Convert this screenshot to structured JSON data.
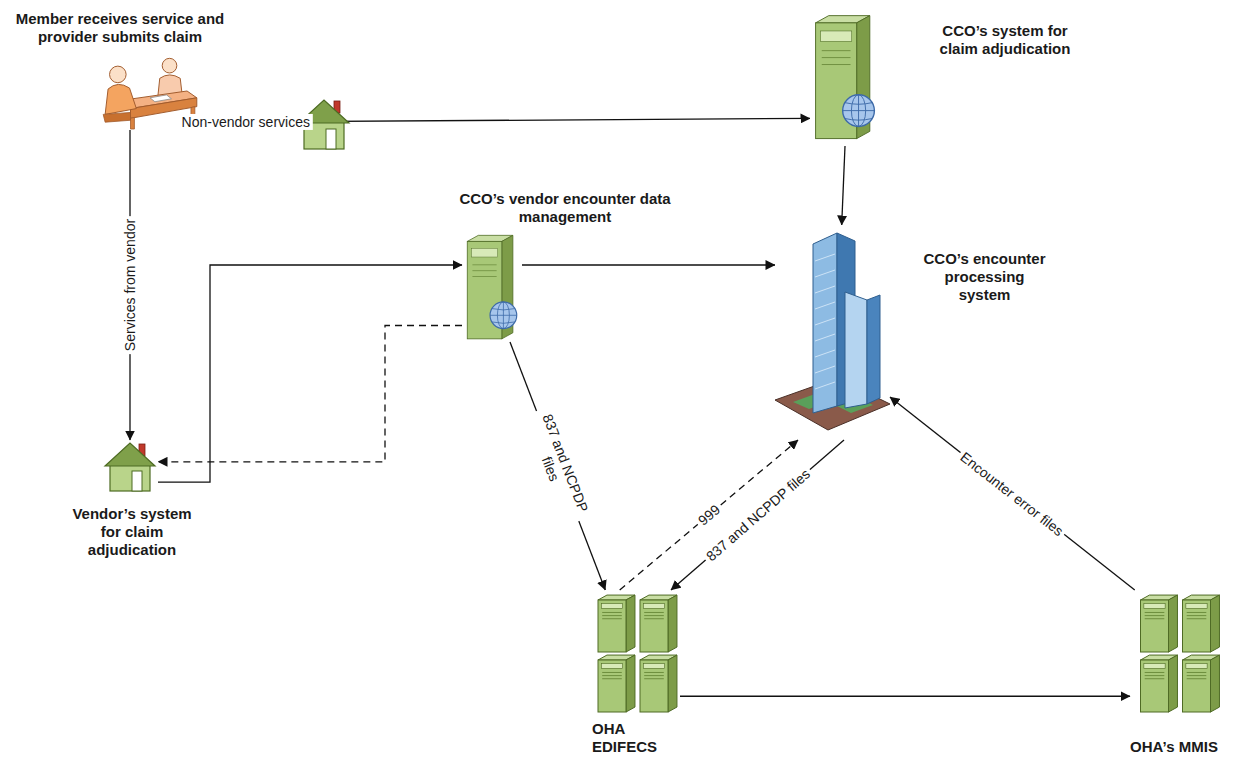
{
  "diagram": {
    "nodes": [
      {
        "text": [
          "Member receives service and provider submits claim"
        ]
      },
      {
        "text": [
          "CCO’s system for claim adjudication"
        ]
      },
      {
        "text": [
          "CCO’s vendor encounter data management"
        ]
      },
      {
        "text": [
          "CCO’s encounter processing system"
        ]
      },
      {
        "text": [
          "Vendor’s system for claim adjudication"
        ]
      },
      {
        "text": [
          "OHA EDIFECS"
        ]
      },
      {
        "text": [
          "OHA’s MMIS"
        ]
      }
    ],
    "edges": [
      {
        "from": 0,
        "to": 1,
        "arrow": "to",
        "label": "Non-vendor services"
      },
      {
        "from": 0,
        "to": 4,
        "arrow": "to",
        "label": "Services from vendor"
      },
      {
        "from": 4,
        "to": 2,
        "arrow": "to"
      },
      {
        "from": 2,
        "to": 4,
        "arrow": "to"
      },
      {
        "from": 2,
        "to": 3,
        "arrow": "to"
      },
      {
        "from": 1,
        "to": 3,
        "arrow": "to"
      },
      {
        "from": 2,
        "to": 5,
        "arrow": "to",
        "label": "837 and NCPDP files"
      },
      {
        "from": 5,
        "to": 3,
        "arrow": "to",
        "label": "999"
      },
      {
        "from": 3,
        "to": 5,
        "arrow": "to",
        "label": "837 and NCPDP files"
      },
      {
        "from": 5,
        "to": 6,
        "arrow": "to"
      },
      {
        "from": 6,
        "to": 3,
        "arrow": "to",
        "label": "Encounter error files"
      }
    ]
  }
}
